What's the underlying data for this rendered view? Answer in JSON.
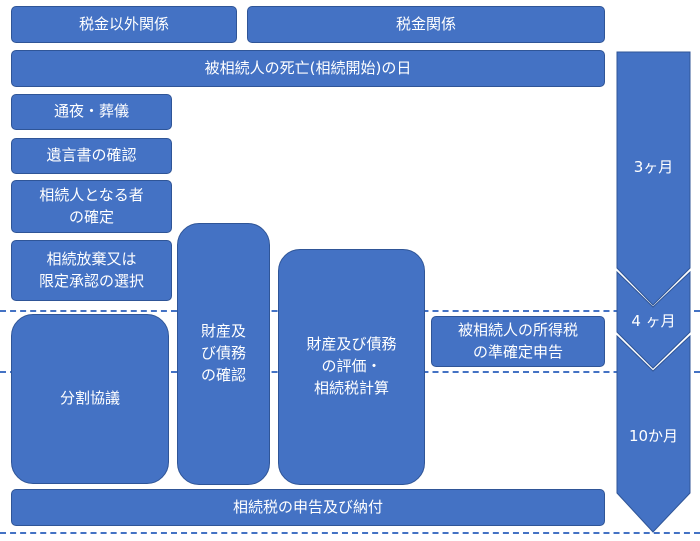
{
  "header": {
    "non_tax_label": "税金以外関係",
    "tax_label": "税金関係"
  },
  "start_event": "被相続人の死亡(相続開始)の日",
  "steps": {
    "wake_funeral": "通夜・葬儀",
    "will_check": "遺言書の確認",
    "heir_confirm": "相続人となる者\nの確定",
    "renounce_select": "相続放棄又は\n限定承認の選択",
    "division": "分割協議",
    "asset_confirm": "財産及\nび債務\nの確認",
    "asset_eval": "財産及び債務\nの評価・\n相続税計算",
    "income_tax": "被相続人の所得税\nの準確定申告",
    "tax_filing": "相続税の申告及び納付"
  },
  "timeline": {
    "m3": "3ヶ月",
    "m4": "4 ヶ月",
    "m10": "10か月"
  },
  "colors": {
    "box_fill": "#4472c4",
    "box_border": "#2f5597",
    "dash_line": "#4472c4"
  }
}
